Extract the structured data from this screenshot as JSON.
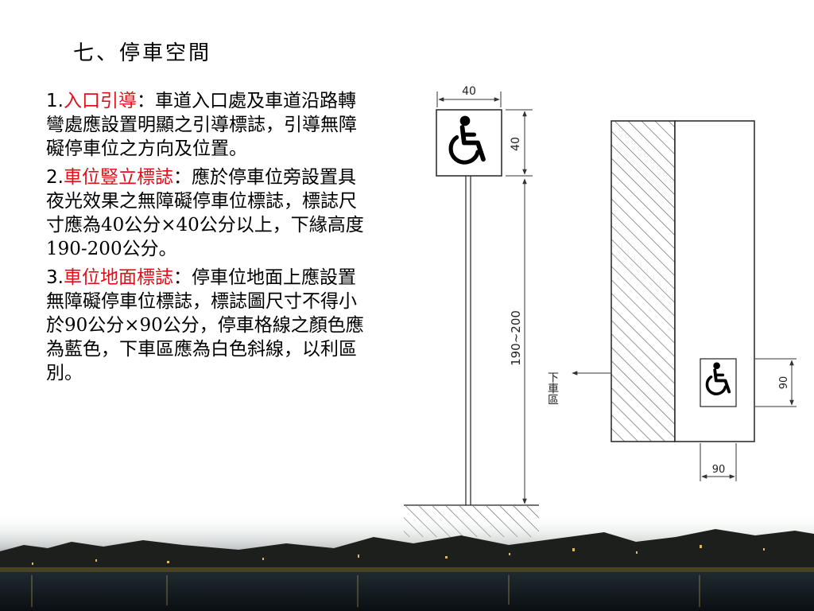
{
  "slide": {
    "title": "七、停車空間"
  },
  "items": [
    {
      "number": "1.",
      "heading": "入口引導",
      "text": "：車道入口處及車道沿路轉彎處應設置明顯之引導標誌，引導無障礙停車位之方向及位置。"
    },
    {
      "number": "2.",
      "heading": "車位豎立標誌",
      "text": "：應於停車位旁設置具夜光效果之無障礙停車位標誌，標誌尺寸應為40公分×40公分以上，下緣高度190-200公分。"
    },
    {
      "number": "3.",
      "heading": "車位地面標誌",
      "text": "：停車位地面上應設置無障礙停車位標誌，標誌圖尺寸不得小於90公分×90公分，停車格線之顏色應為藍色，下車區應為白色斜線，以利區別。"
    }
  ],
  "diagram": {
    "dim_top": "40",
    "dim_side": "40",
    "dim_height": "190~200",
    "dropoff_label": "下車區",
    "dim_floor_width": "90",
    "dim_floor_height": "90"
  },
  "colors": {
    "heading_accent": "#e0101a",
    "text": "#000000"
  },
  "icons": [
    "wheelchair-icon",
    "wheelchair-icon"
  ]
}
